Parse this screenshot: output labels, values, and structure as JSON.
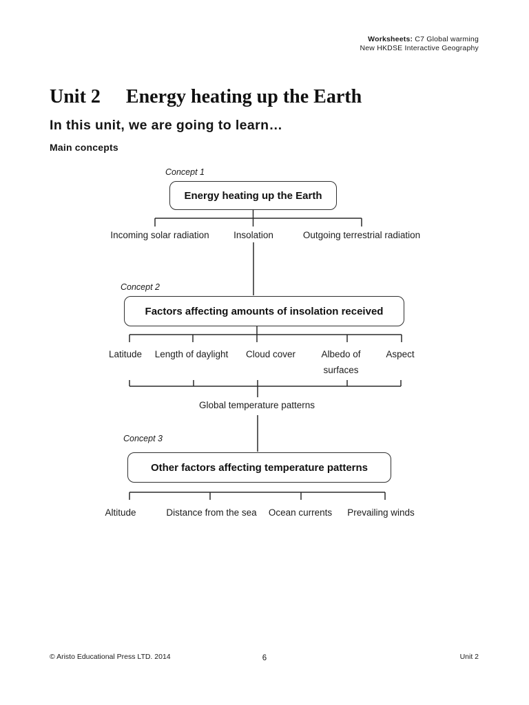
{
  "header": {
    "line1_bold": "Worksheets:",
    "line1_rest": " C7 Global warming",
    "line2": "New HKDSE Interactive Geography"
  },
  "title": {
    "unit": "Unit 2",
    "text": "Energy heating up the Earth"
  },
  "intro_heading": "In this unit, we are going to learn…",
  "sub_heading": "Main concepts",
  "diagram": {
    "concept1": {
      "label": "Concept 1",
      "box": "Energy heating up the Earth",
      "branches": [
        "Incoming solar radiation",
        "Insolation",
        "Outgoing terrestrial radiation"
      ]
    },
    "concept2": {
      "label": "Concept 2",
      "box": "Factors affecting amounts of insolation received",
      "branches": [
        "Latitude",
        "Length of daylight",
        "Cloud cover",
        "Albedo of surfaces",
        "Aspect"
      ]
    },
    "merge_label": "Global temperature patterns",
    "concept3": {
      "label": "Concept 3",
      "box": "Other factors affecting temperature patterns",
      "branches": [
        "Altitude",
        "Distance from the sea",
        "Ocean currents",
        "Prevailing winds"
      ]
    }
  },
  "footer": {
    "left": "© Aristo Educational Press LTD. 2014",
    "page_number": "6",
    "right": "Unit 2"
  },
  "colors": {
    "line": "#2a2a2a",
    "text": "#1a1a1a",
    "background": "#ffffff"
  }
}
